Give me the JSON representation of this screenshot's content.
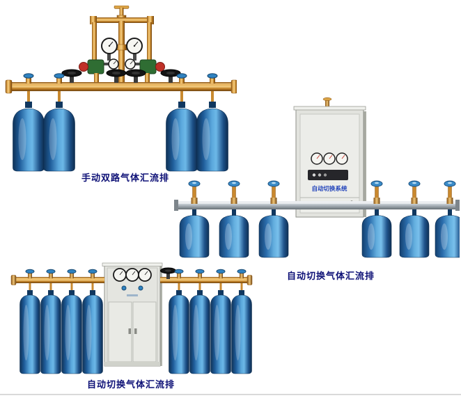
{
  "products": {
    "manual_dual": {
      "caption": "手动双路气体汇流排"
    },
    "auto_right": {
      "caption": "自动切换气体汇流排",
      "cabinet_label": "自动切换系统"
    },
    "auto_bottom": {
      "caption": "自动切换气体汇流排"
    }
  },
  "colors": {
    "caption": "#0d1076",
    "brass": "#c9882e",
    "cylinder_blue": "#2e74b5",
    "steel_pipe": "#aab2b8",
    "cabinet": "#e4e5e0",
    "valve_black": "#1b1b1b",
    "knob_blue": "#2f82c0",
    "regulator_green": "#2f6d33",
    "regulator_red": "#c03128"
  }
}
